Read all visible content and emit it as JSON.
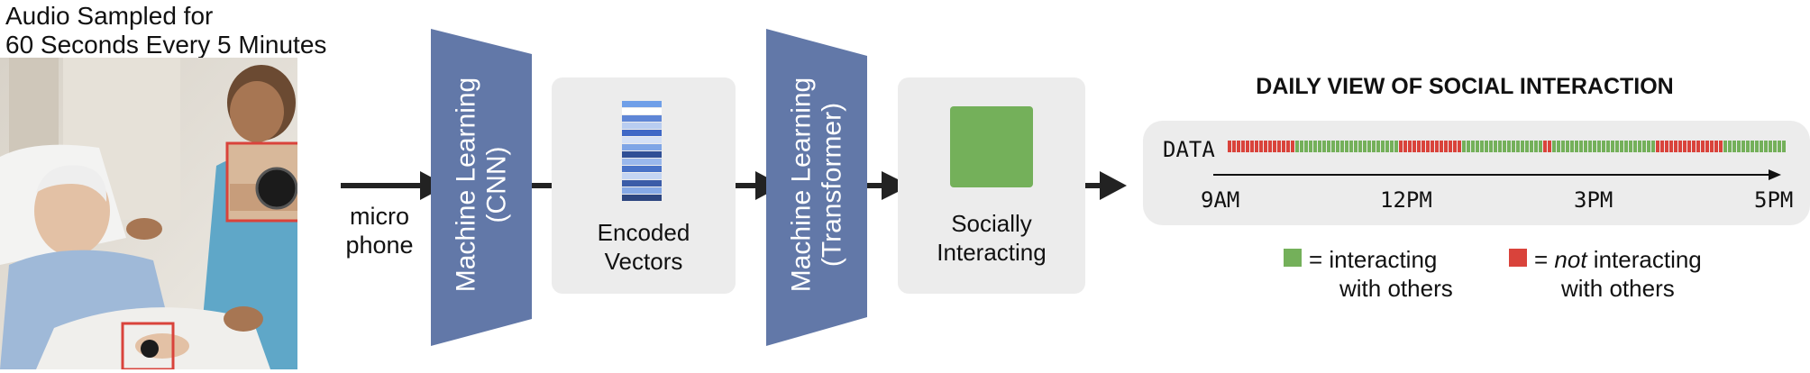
{
  "input": {
    "caption_line1": "Audio Sampled for",
    "caption_line2": "60 Seconds Every 5 Minutes",
    "mic_line1": "micro",
    "mic_line2": "phone"
  },
  "cnn": {
    "line1": "Machine Learning",
    "line2": "(CNN)",
    "color": "#6278a8"
  },
  "encoded": {
    "line1": "Encoded",
    "line2": "Vectors"
  },
  "transformer": {
    "line1": "Machine Learning",
    "line2": "(Transformer)",
    "color": "#6278a8"
  },
  "output": {
    "line1": "Socially",
    "line2": "Interacting",
    "color": "#74b05a"
  },
  "daily": {
    "title": "DAILY VIEW OF SOCIAL INTERACTION",
    "data_label": "DATA",
    "ticks": [
      "9AM",
      "12PM",
      "3PM",
      "5PM"
    ],
    "sequence": "RRRRRRRRRRRRRRRGGGGGGGGGGGGGGGGGGGGGGGRRRRRRRRRRRRRRGGGGGGGGGGGGGGGGGGRRGGGGGGGGGGGGGGGGGGGGGGGRRRRRRRRRRRRRRRGGGGGGGGGGGGGGGG",
    "green": "#74b05a",
    "red": "#d9433b"
  },
  "legend": {
    "green_line1": "= interacting",
    "green_line2": "with others",
    "red_prefix": "= ",
    "red_emph": "not",
    "red_rest": " interacting",
    "red_line2": "with others"
  }
}
